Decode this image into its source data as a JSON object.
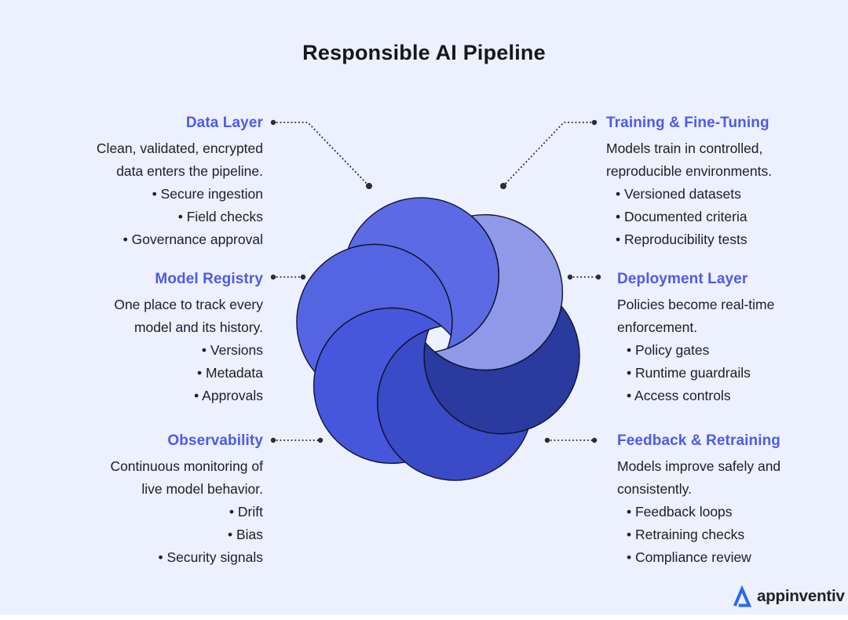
{
  "palette": {
    "background": "#edf0fd",
    "heading_accent": "#4c5ce6",
    "body_text": "#1c1d27",
    "title_text": "#15161f",
    "outline": "#101432",
    "connector": "#2b2c35",
    "logo_blue": "#2968f5",
    "logo_text_color": "#212229"
  },
  "title": "Responsible AI Pipeline",
  "pinwheel": {
    "petals": [
      {
        "name": "top-petal",
        "color": "#5c6be3"
      },
      {
        "name": "top-right-petal",
        "color": "#8e99e8"
      },
      {
        "name": "right-petal",
        "color": "#2b3a9f"
      },
      {
        "name": "bottom-right-petal",
        "color": "#3a4bc8"
      },
      {
        "name": "bottom-left-petal",
        "color": "#4757dd"
      },
      {
        "name": "left-petal",
        "color": "#5565e2"
      }
    ]
  },
  "sections": [
    {
      "title": "Data Layer",
      "lines": [
        "Clean, validated, encrypted",
        "data enters the pipeline."
      ],
      "bullets": [
        "• Secure ingestion",
        "• Field checks",
        "• Governance approval"
      ]
    },
    {
      "title": "Model Registry",
      "lines": [
        "One place to track every",
        "model and its history."
      ],
      "bullets": [
        "• Versions",
        "• Metadata",
        "• Approvals"
      ]
    },
    {
      "title": "Observability",
      "lines": [
        "Continuous monitoring of",
        "live model behavior."
      ],
      "bullets": [
        "• Drift",
        "• Bias",
        "• Security signals"
      ]
    },
    {
      "title": "Training & Fine-Tuning",
      "lines": [
        "Models train in controlled,",
        "reproducible environments."
      ],
      "bullets": [
        "• Versioned datasets",
        "• Documented criteria",
        "• Reproducibility tests"
      ]
    },
    {
      "title": "Deployment Layer",
      "lines": [
        "Policies become real-time",
        "enforcement."
      ],
      "bullets": [
        "• Policy gates",
        "• Runtime guardrails",
        "• Access controls"
      ]
    },
    {
      "title": "Feedback & Retraining",
      "lines": [
        "Models improve safely and",
        "consistently."
      ],
      "bullets": [
        "• Feedback loops",
        "• Retraining checks",
        "• Compliance review"
      ]
    }
  ],
  "logo": {
    "text": "appinventiv"
  }
}
